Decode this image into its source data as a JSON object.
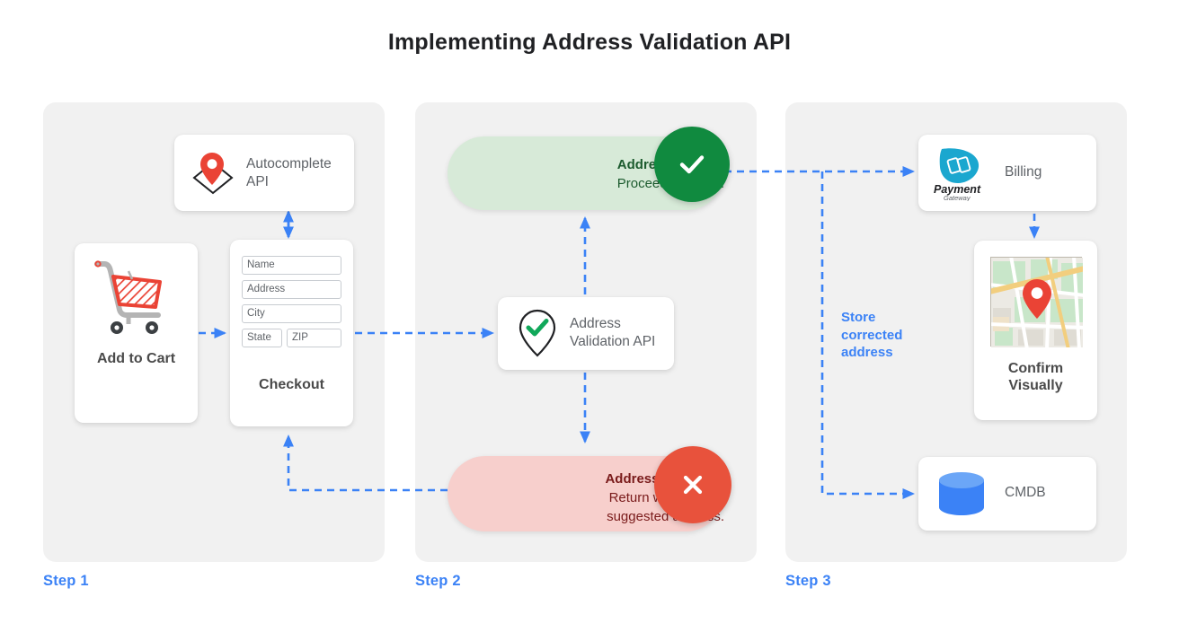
{
  "page": {
    "title": "Implementing Address Validation API",
    "background": "#ffffff",
    "accent_blue": "#3b82f6"
  },
  "steps": [
    {
      "id": "step1",
      "label": "Step 1"
    },
    {
      "id": "step2",
      "label": "Step 2"
    },
    {
      "id": "step3",
      "label": "Step 3"
    }
  ],
  "step1": {
    "autocomplete_card": {
      "icon": "map-pin-diamond-icon",
      "label_line1": "Autocomplete",
      "label_line2": "API"
    },
    "cart_card": {
      "icon": "shopping-cart-icon",
      "caption": "Add to Cart"
    },
    "checkout_card": {
      "caption": "Checkout",
      "fields": [
        {
          "name": "name-field",
          "placeholder": "Name"
        },
        {
          "name": "address-field",
          "placeholder": "Address"
        },
        {
          "name": "city-field",
          "placeholder": "City"
        },
        {
          "name": "state-field",
          "placeholder": "State"
        },
        {
          "name": "zip-field",
          "placeholder": "ZIP"
        }
      ]
    }
  },
  "step2": {
    "valid_pill": {
      "line1": "Address is valid.",
      "line2": "Proceed to billing.",
      "badge_icon": "check-icon",
      "bg_color": "#d7ead8",
      "badge_color": "#108a3f",
      "text_color": "#1c5b2e"
    },
    "invalid_pill": {
      "line1": "Address is invalid.",
      "line2": "Return with Google",
      "line3": "suggested address.",
      "badge_icon": "close-icon",
      "bg_color": "#f7cfcc",
      "badge_color": "#e8523c",
      "text_color": "#7a1b1b"
    },
    "validation_card": {
      "icon": "pin-check-icon",
      "label_line1": "Address",
      "label_line2": "Validation API"
    }
  },
  "step3": {
    "billing_card": {
      "icon": "payment-gateway-logo",
      "logo_line1": "Payment",
      "logo_line2": "Gateway",
      "label": "Billing"
    },
    "map_card": {
      "icon": "map-thumbnail-icon",
      "caption_line1": "Confirm",
      "caption_line2": "Visually"
    },
    "cmdb_card": {
      "icon": "database-icon",
      "label": "CMDB"
    },
    "store_label": {
      "line1": "Store",
      "line2": "corrected",
      "line3": "address"
    }
  }
}
